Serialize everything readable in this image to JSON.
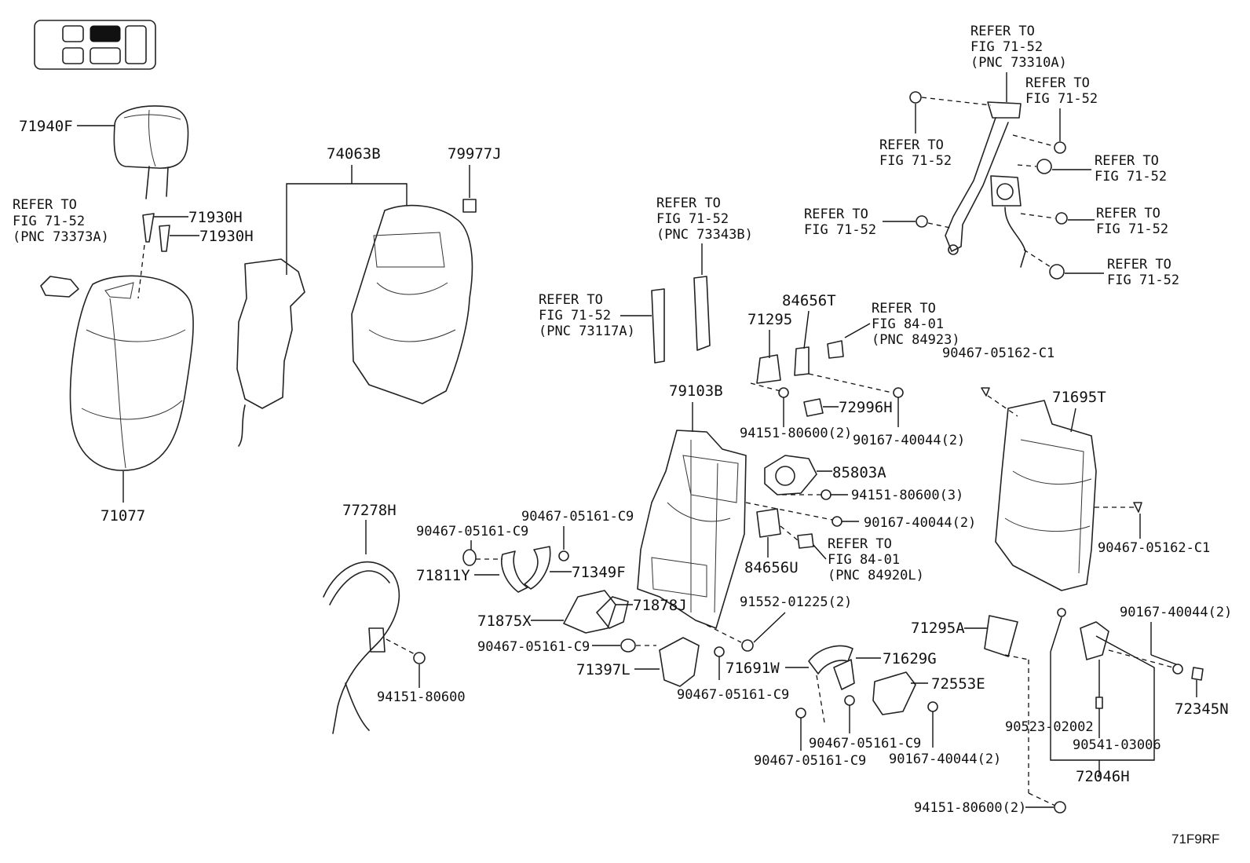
{
  "locator_icon_name": "seat-locator-icon",
  "callouts": {
    "hdrest_part": "71940F",
    "guide_a": "71930H",
    "guide_b": "71930H",
    "ref_7152_a_l1": "REFER TO",
    "ref_7152_a_l2": "FIG 71-52",
    "ref_7152_a_l3": "(PNC 73373A)",
    "seat_cover": "71077",
    "pad_group": "74063B",
    "tag_part": "79977J",
    "ref_73343_l1": "REFER TO",
    "ref_73343_l2": "FIG 71-52",
    "ref_73343_l3": "(PNC 73343B)",
    "ref_73117_l1": "REFER TO",
    "ref_73117_l2": "FIG 71-52",
    "ref_73117_l3": "(PNC 73117A)",
    "sensor_a": "71295",
    "sensor_b": "84656T",
    "ref_84923_l1": "REFER TO",
    "ref_84923_l2": "FIG 84-01",
    "ref_84923_l3": "(PNC 84923)",
    "clip_c1_top": "90467-05162-C1",
    "frame": "79103B",
    "bracket_72996": "72996H",
    "nut_941_2": "94151-80600(2)",
    "bolt_901_2a": "90167-40044(2)",
    "back_board": "71695T",
    "motor": "85803A",
    "nut_941_3": "94151-80600(3)",
    "bolt_901_2b": "90167-40044(2)",
    "switch_u": "84656U",
    "ref_84920_l1": "REFER TO",
    "ref_84920_l2": "FIG 84-01",
    "ref_84920_l3": "(PNC 84920L)",
    "clip_c1_bot": "90467-05162-C1",
    "wire": "77278H",
    "clip_c9_a": "90467-05161-C9",
    "clip_c9_b": "90467-05161-C9",
    "cover_71811": "71811Y",
    "cover_71349": "71349F",
    "cover_71875": "71875X",
    "cover_71878": "71878J",
    "clip_c9_c": "90467-05161-C9",
    "cover_71397": "71397L",
    "clip_c9_d": "90467-05161-C9",
    "nut_94151": "94151-80600",
    "screw_91552": "91552-01225(2)",
    "cover_71691": "71691W",
    "cover_71629": "71629G",
    "cover_72553": "72553E",
    "clip_c9_e": "90467-05161-C9",
    "clip_c9_f": "90467-05161-C9",
    "bolt_901_2c": "90167-40044(2)",
    "sensor_71295a": "71295A",
    "bolt_901_2d": "90167-40044(2)",
    "bracket_72345": "72345N",
    "rivet_90523": "90523-02002",
    "pin_90541": "90541-03006",
    "assy_72046": "72046H",
    "nut_941_2b": "94151-80600(2)",
    "belt_ref_top_l1": "REFER TO",
    "belt_ref_top_l2": "FIG 71-52",
    "belt_ref_top_l3": "(PNC 73310A)",
    "belt_ref_a_l1": "REFER TO",
    "belt_ref_a_l2": "FIG 71-52",
    "belt_ref_b_l1": "REFER TO",
    "belt_ref_b_l2": "FIG 71-52",
    "belt_ref_c_l1": "REFER TO",
    "belt_ref_c_l2": "FIG 71-52",
    "belt_ref_d_l1": "REFER TO",
    "belt_ref_d_l2": "FIG 71-52",
    "belt_ref_e_l1": "REFER TO",
    "belt_ref_e_l2": "FIG 71-52",
    "belt_ref_f_l1": "REFER TO",
    "belt_ref_f_l2": "FIG 71-52",
    "figure_code": "71F9RF"
  }
}
